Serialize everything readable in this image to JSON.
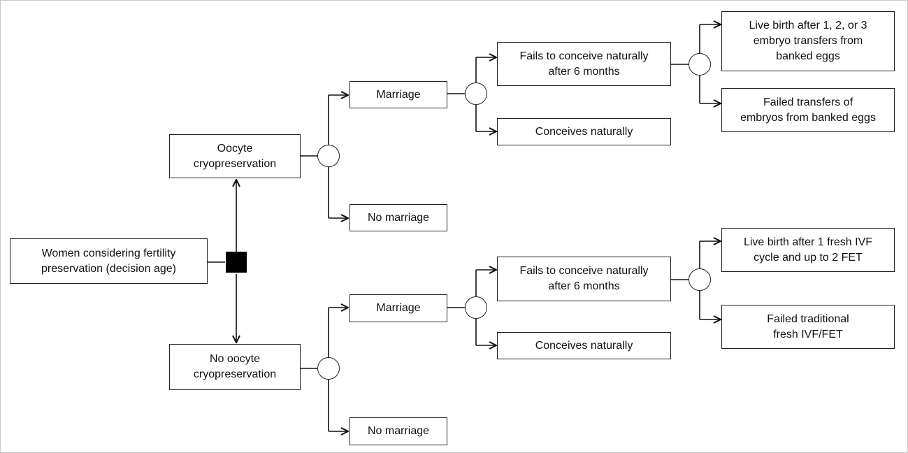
{
  "nodes": {
    "root": "Women considering fertility\npreservation (decision age)",
    "oocyte": "Oocyte\ncryopreservation",
    "no_oocyte": "No oocyte\ncryopreservation",
    "top_marriage": "Marriage",
    "top_no_marriage": "No marriage",
    "bottom_marriage": "Marriage",
    "bottom_no_marriage": "No marriage",
    "top_fails": "Fails to conceive naturally\nafter 6 months",
    "top_conceives": "Conceives naturally",
    "bottom_fails": "Fails to conceive naturally\nafter 6 months",
    "bottom_conceives": "Conceives naturally",
    "top_live_birth": "Live birth after 1, 2, or 3\nembryo transfers from\nbanked eggs",
    "top_failed_transfers": "Failed transfers of\nembryos from banked eggs",
    "bottom_live_birth": "Live birth after 1 fresh IVF\ncycle and up to 2 FET",
    "bottom_failed": "Failed traditional\nfresh IVF/FET"
  }
}
